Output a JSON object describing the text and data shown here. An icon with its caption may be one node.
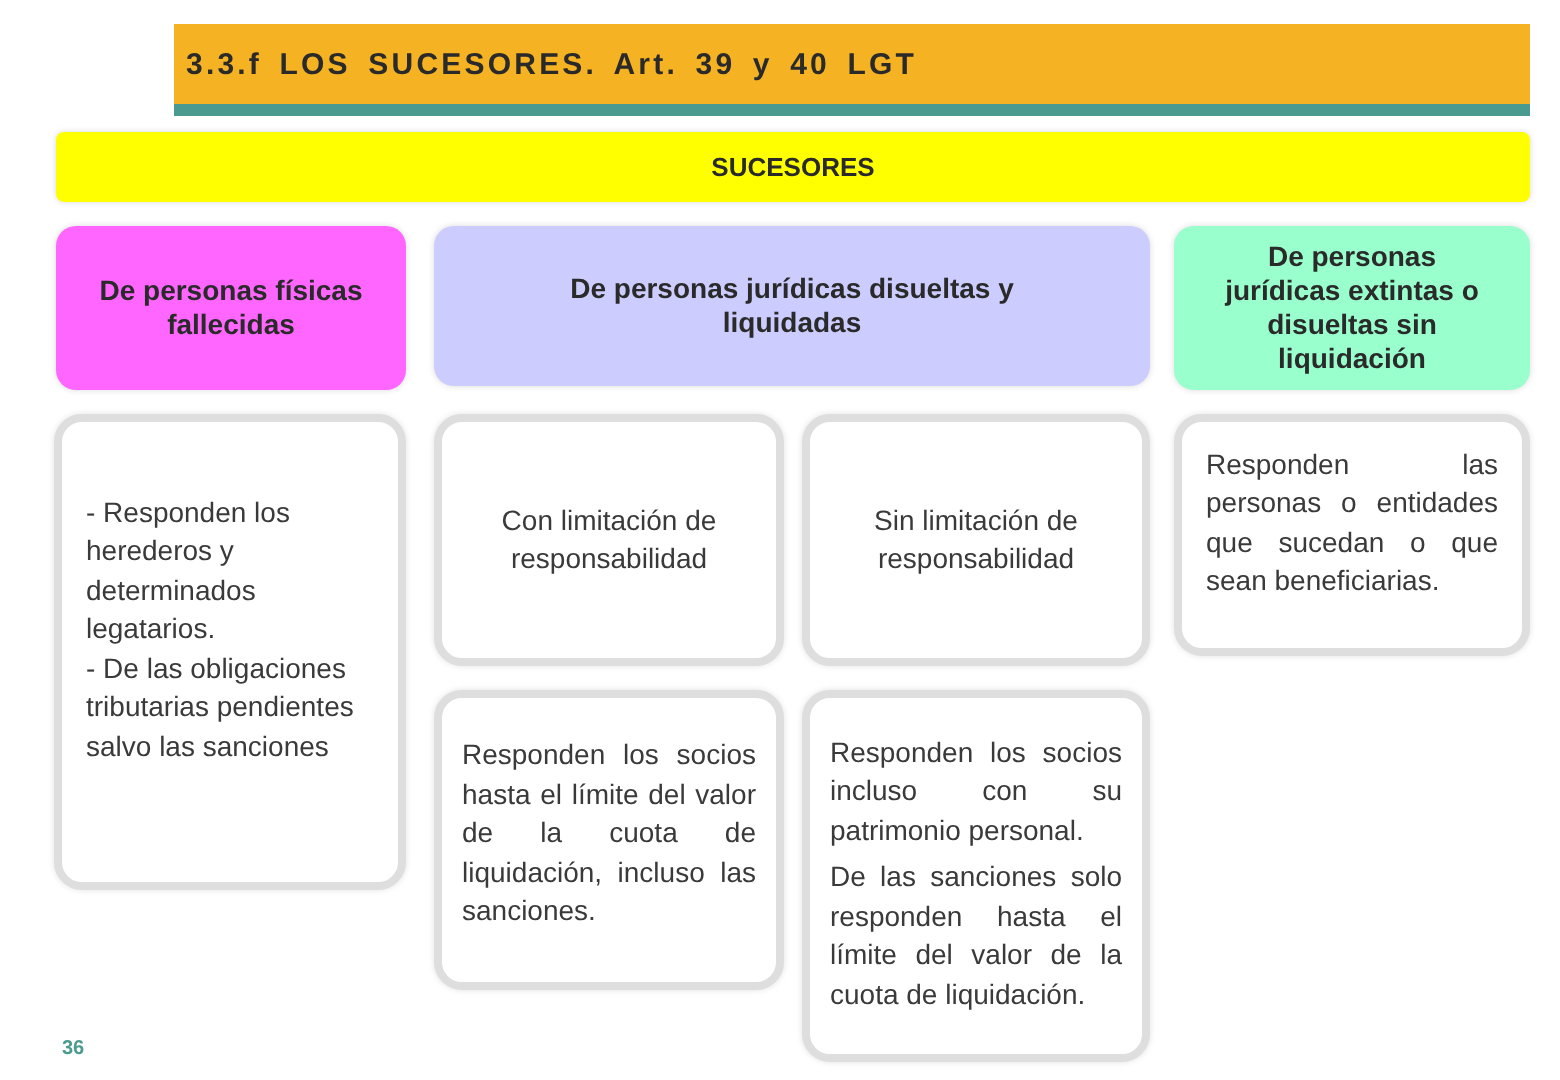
{
  "diagram": {
    "title": "3.3.f LOS SUCESORES. Art. 39 y 40 LGT",
    "nodes": [
      {
        "text": [
          "SUCESORES"
        ]
      },
      {
        "text": [
          "De personas físicas fallecidas"
        ]
      },
      {
        "text": [
          "De personas jurídicas disueltas y liquidadas"
        ]
      },
      {
        "text": [
          "De personas jurídicas extintas o disueltas sin liquidación"
        ]
      },
      {
        "text": [
          "- Responden los herederos y determinados legatarios.",
          "- De las obligaciones tributarias pendientes salvo las sanciones"
        ]
      },
      {
        "text": [
          "Con limitación de responsabilidad"
        ]
      },
      {
        "text": [
          "Sin limitación de responsabilidad"
        ]
      },
      {
        "text": [
          "Responden las personas o entidades que sucedan o que sean beneficiarias."
        ]
      },
      {
        "text": [
          "Responden los socios hasta el límite del valor de la cuota de liquidación, incluso las sanciones."
        ]
      },
      {
        "text": [
          "Responden los socios incluso con su patrimonio personal.",
          "De las sanciones solo responden hasta el límite del valor de la cuota de liquidación."
        ]
      }
    ],
    "labels": [
      "36"
    ]
  }
}
